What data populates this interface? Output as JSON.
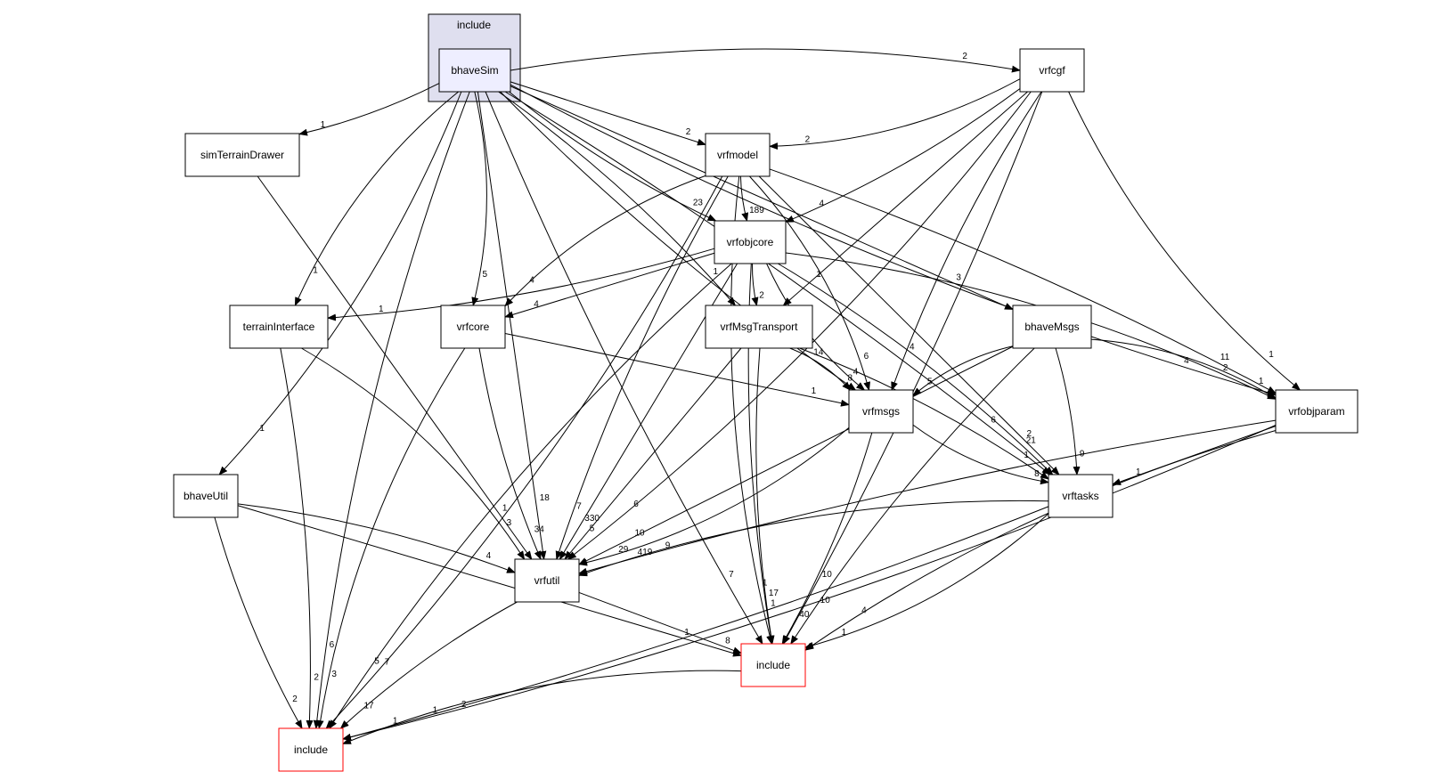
{
  "cluster": {
    "label": "include"
  },
  "nodes": [
    {
      "id": "bhaveSim",
      "label": "bhaveSim",
      "style": "focus"
    },
    {
      "id": "vrfcgf",
      "label": "vrfcgf",
      "style": "normal"
    },
    {
      "id": "simTerrainDrawer",
      "label": "simTerrainDrawer",
      "style": "normal"
    },
    {
      "id": "vrfmodel",
      "label": "vrfmodel",
      "style": "normal"
    },
    {
      "id": "vrfobjcore",
      "label": "vrfobjcore",
      "style": "normal"
    },
    {
      "id": "terrainInterface",
      "label": "terrainInterface",
      "style": "normal"
    },
    {
      "id": "vrfcore",
      "label": "vrfcore",
      "style": "normal"
    },
    {
      "id": "vrfMsgTransport",
      "label": "vrfMsgTransport",
      "style": "normal"
    },
    {
      "id": "bhaveMsgs",
      "label": "bhaveMsgs",
      "style": "normal"
    },
    {
      "id": "vrfmsgs",
      "label": "vrfmsgs",
      "style": "normal"
    },
    {
      "id": "vrfobjparam",
      "label": "vrfobjparam",
      "style": "normal"
    },
    {
      "id": "bhaveUtil",
      "label": "bhaveUtil",
      "style": "normal"
    },
    {
      "id": "vrftasks",
      "label": "vrftasks",
      "style": "normal"
    },
    {
      "id": "vrfutil",
      "label": "vrfutil",
      "style": "normal"
    },
    {
      "id": "include_mid",
      "label": "include",
      "style": "external"
    },
    {
      "id": "include_low",
      "label": "include",
      "style": "external"
    }
  ],
  "edges": [
    {
      "from": "bhaveSim",
      "to": "vrfcgf",
      "label": "2"
    },
    {
      "from": "bhaveSim",
      "to": "simTerrainDrawer",
      "label": "1"
    },
    {
      "from": "bhaveSim",
      "to": "vrfmodel",
      "label": "2"
    },
    {
      "from": "bhaveSim",
      "to": "vrfobjcore",
      "label": "23"
    },
    {
      "from": "bhaveSim",
      "to": "terrainInterface",
      "label": "1"
    },
    {
      "from": "bhaveSim",
      "to": "vrfcore",
      "label": "5"
    },
    {
      "from": "bhaveSim",
      "to": "vrfMsgTransport",
      "label": "1"
    },
    {
      "from": "bhaveSim",
      "to": "bhaveMsgs",
      "label": "3"
    },
    {
      "from": "bhaveSim",
      "to": "vrfmsgs",
      "label": "14"
    },
    {
      "from": "bhaveSim",
      "to": "vrfobjparam",
      "label": "4"
    },
    {
      "from": "bhaveSim",
      "to": "bhaveUtil",
      "label": "1"
    },
    {
      "from": "bhaveSim",
      "to": "vrftasks",
      "label": "6"
    },
    {
      "from": "bhaveSim",
      "to": "vrfutil",
      "label": "18"
    },
    {
      "from": "bhaveSim",
      "to": "include_mid",
      "label": "7"
    },
    {
      "from": "bhaveSim",
      "to": "include_low",
      "label": "6"
    },
    {
      "from": "vrfcgf",
      "to": "vrfmodel",
      "label": "2"
    },
    {
      "from": "vrfcgf",
      "to": "vrfobjcore",
      "label": "4"
    },
    {
      "from": "vrfcgf",
      "to": "vrfMsgTransport",
      "label": "1"
    },
    {
      "from": "vrfcgf",
      "to": "vrfmsgs",
      "label": "4"
    },
    {
      "from": "vrfcgf",
      "to": "vrfobjparam",
      "label": "1"
    },
    {
      "from": "vrfcgf",
      "to": "vrfutil",
      "label": "6"
    },
    {
      "from": "vrfcgf",
      "to": "include_mid",
      "label": "10"
    },
    {
      "from": "simTerrainDrawer",
      "to": "vrfutil",
      "label": "1"
    },
    {
      "from": "vrfmodel",
      "to": "vrfobjcore",
      "label": "189"
    },
    {
      "from": "vrfmodel",
      "to": "vrfcore",
      "label": "4"
    },
    {
      "from": "vrfmodel",
      "to": "vrfmsgs",
      "label": "6"
    },
    {
      "from": "vrfmodel",
      "to": "vrfobjparam",
      "label": "11"
    },
    {
      "from": "vrfmodel",
      "to": "vrftasks",
      "label": "2"
    },
    {
      "from": "vrfmodel",
      "to": "vrfutil",
      "label": "7"
    },
    {
      "from": "vrfmodel",
      "to": "include_mid",
      "label": "1"
    },
    {
      "from": "vrfmodel",
      "to": "include_low",
      "label": "7"
    },
    {
      "from": "vrfobjcore",
      "to": "terrainInterface",
      "label": "1"
    },
    {
      "from": "vrfobjcore",
      "to": "vrfcore",
      "label": "4"
    },
    {
      "from": "vrfobjcore",
      "to": "vrfMsgTransport",
      "label": "2"
    },
    {
      "from": "vrfobjcore",
      "to": "vrfmsgs",
      "label": "4"
    },
    {
      "from": "vrfobjcore",
      "to": "vrfobjparam",
      "label": "2"
    },
    {
      "from": "vrfobjcore",
      "to": "vrftasks",
      "label": "21"
    },
    {
      "from": "vrfobjcore",
      "to": "vrfutil",
      "label": "330"
    },
    {
      "from": "vrfobjcore",
      "to": "include_mid",
      "label": "17"
    },
    {
      "from": "vrfobjcore",
      "to": "include_low",
      "label": "5"
    },
    {
      "from": "terrainInterface",
      "to": "vrfutil",
      "label": "3"
    },
    {
      "from": "terrainInterface",
      "to": "include_low",
      "label": "2"
    },
    {
      "from": "vrfcore",
      "to": "vrfmsgs",
      "label": "1"
    },
    {
      "from": "vrfcore",
      "to": "vrfutil",
      "label": "34"
    },
    {
      "from": "vrfcore",
      "to": "include_low",
      "label": "3"
    },
    {
      "from": "vrfMsgTransport",
      "to": "vrfmsgs",
      "label": "8"
    },
    {
      "from": "vrfMsgTransport",
      "to": "vrftasks",
      "label": "1"
    },
    {
      "from": "vrfMsgTransport",
      "to": "vrfutil",
      "label": "5"
    },
    {
      "from": "vrfMsgTransport",
      "to": "include_mid",
      "label": "1"
    },
    {
      "from": "bhaveMsgs",
      "to": "vrfmsgs",
      "label": "5"
    },
    {
      "from": "bhaveMsgs",
      "to": "vrfobjparam",
      "label": "1"
    },
    {
      "from": "bhaveMsgs",
      "to": "vrftasks",
      "label": "9"
    },
    {
      "from": "bhaveMsgs",
      "to": "vrfutil",
      "label": "10"
    },
    {
      "from": "bhaveMsgs",
      "to": "include_mid",
      "label": "10"
    },
    {
      "from": "vrfmsgs",
      "to": "vrftasks",
      "label": "8"
    },
    {
      "from": "vrfmsgs",
      "to": "vrfutil",
      "label": "29"
    },
    {
      "from": "vrfmsgs",
      "to": "include_mid",
      "label": "40"
    },
    {
      "from": "vrfobjparam",
      "to": "vrftasks",
      "label": "1"
    },
    {
      "from": "vrfobjparam",
      "to": "vrfutil",
      "label": "9"
    },
    {
      "from": "vrfobjparam",
      "to": "include_mid",
      "label": "4"
    },
    {
      "from": "vrfobjparam",
      "to": "include_low",
      "label": "2"
    },
    {
      "from": "bhaveUtil",
      "to": "vrfutil",
      "label": "4"
    },
    {
      "from": "bhaveUtil",
      "to": "include_mid",
      "label": "1"
    },
    {
      "from": "bhaveUtil",
      "to": "include_low",
      "label": "2"
    },
    {
      "from": "vrftasks",
      "to": "vrfutil",
      "label": "419"
    },
    {
      "from": "vrftasks",
      "to": "include_mid",
      "label": "1"
    },
    {
      "from": "vrftasks",
      "to": "include_low",
      "label": "1"
    },
    {
      "from": "vrfutil",
      "to": "include_mid",
      "label": "8"
    },
    {
      "from": "vrfutil",
      "to": "include_low",
      "label": "17"
    },
    {
      "from": "include_mid",
      "to": "include_low",
      "label": "1"
    }
  ]
}
